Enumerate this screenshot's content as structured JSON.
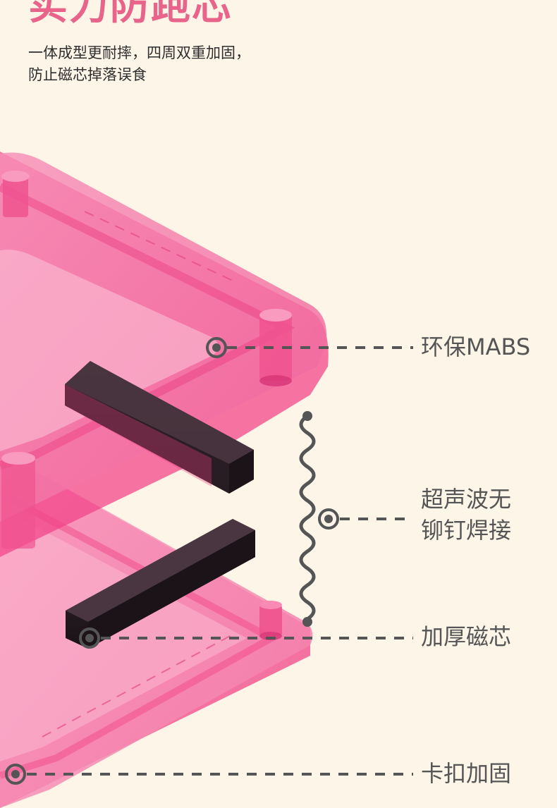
{
  "headline": "实力防跑芯",
  "subtitle": {
    "line1": "一体成型更耐摔，四周双重加固，",
    "line2": "防止磁芯掉落误食"
  },
  "callouts": {
    "mabs": "环保MABS",
    "weld_line1": "超声波无",
    "weld_line2": "铆钉焊接",
    "core": "加厚磁芯",
    "clip": "卡扣加固"
  },
  "colors": {
    "background": "#FDF5E8",
    "headline": "#E8648A",
    "tile_pink": "#F3408A",
    "magnet": "#2A1F26",
    "callout_gray": "#555555"
  }
}
